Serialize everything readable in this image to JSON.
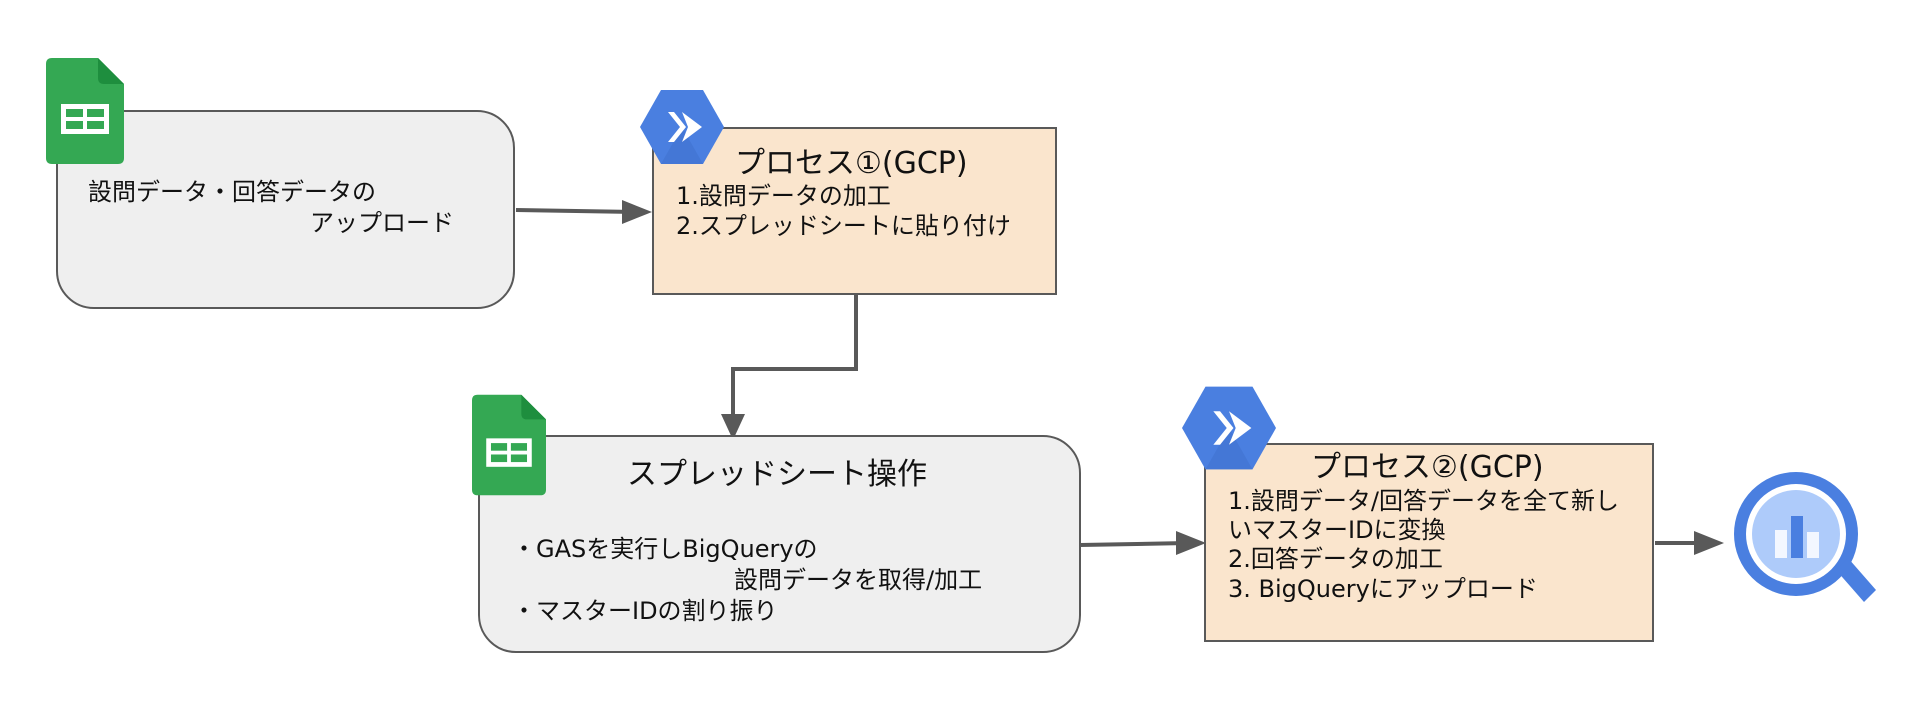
{
  "node_upload": {
    "line1": "設問データ・回答データの",
    "line2": "アップロード",
    "icon": "google-sheets-icon"
  },
  "node_process1": {
    "title": "プロセス①(GCP)",
    "items": [
      "1.設問データの加工",
      "2.スプレッドシートに貼り付け"
    ],
    "icon": "cloud-run-icon"
  },
  "node_sheet_ops": {
    "title": "スプレッドシート操作",
    "line1": "・GASを実行しBigQueryの",
    "line2": "設問データを取得/加工",
    "line3": "・マスターIDの割り振り",
    "icon": "google-sheets-icon"
  },
  "node_process2": {
    "title": "プロセス②(GCP)",
    "items": [
      "1.設問データ/回答データを全て新し",
      "いマスターIDに変換",
      "2.回答データの加工",
      "3. BigQueryにアップロード"
    ],
    "icon": "cloud-run-icon"
  },
  "node_bigquery": {
    "icon": "bigquery-icon"
  },
  "colors": {
    "gray_fill": "#efefef",
    "peach_fill": "#fae5cd",
    "border": "#595959",
    "sheets_green": "#34a853",
    "gcp_blue": "#4a7fe0"
  }
}
